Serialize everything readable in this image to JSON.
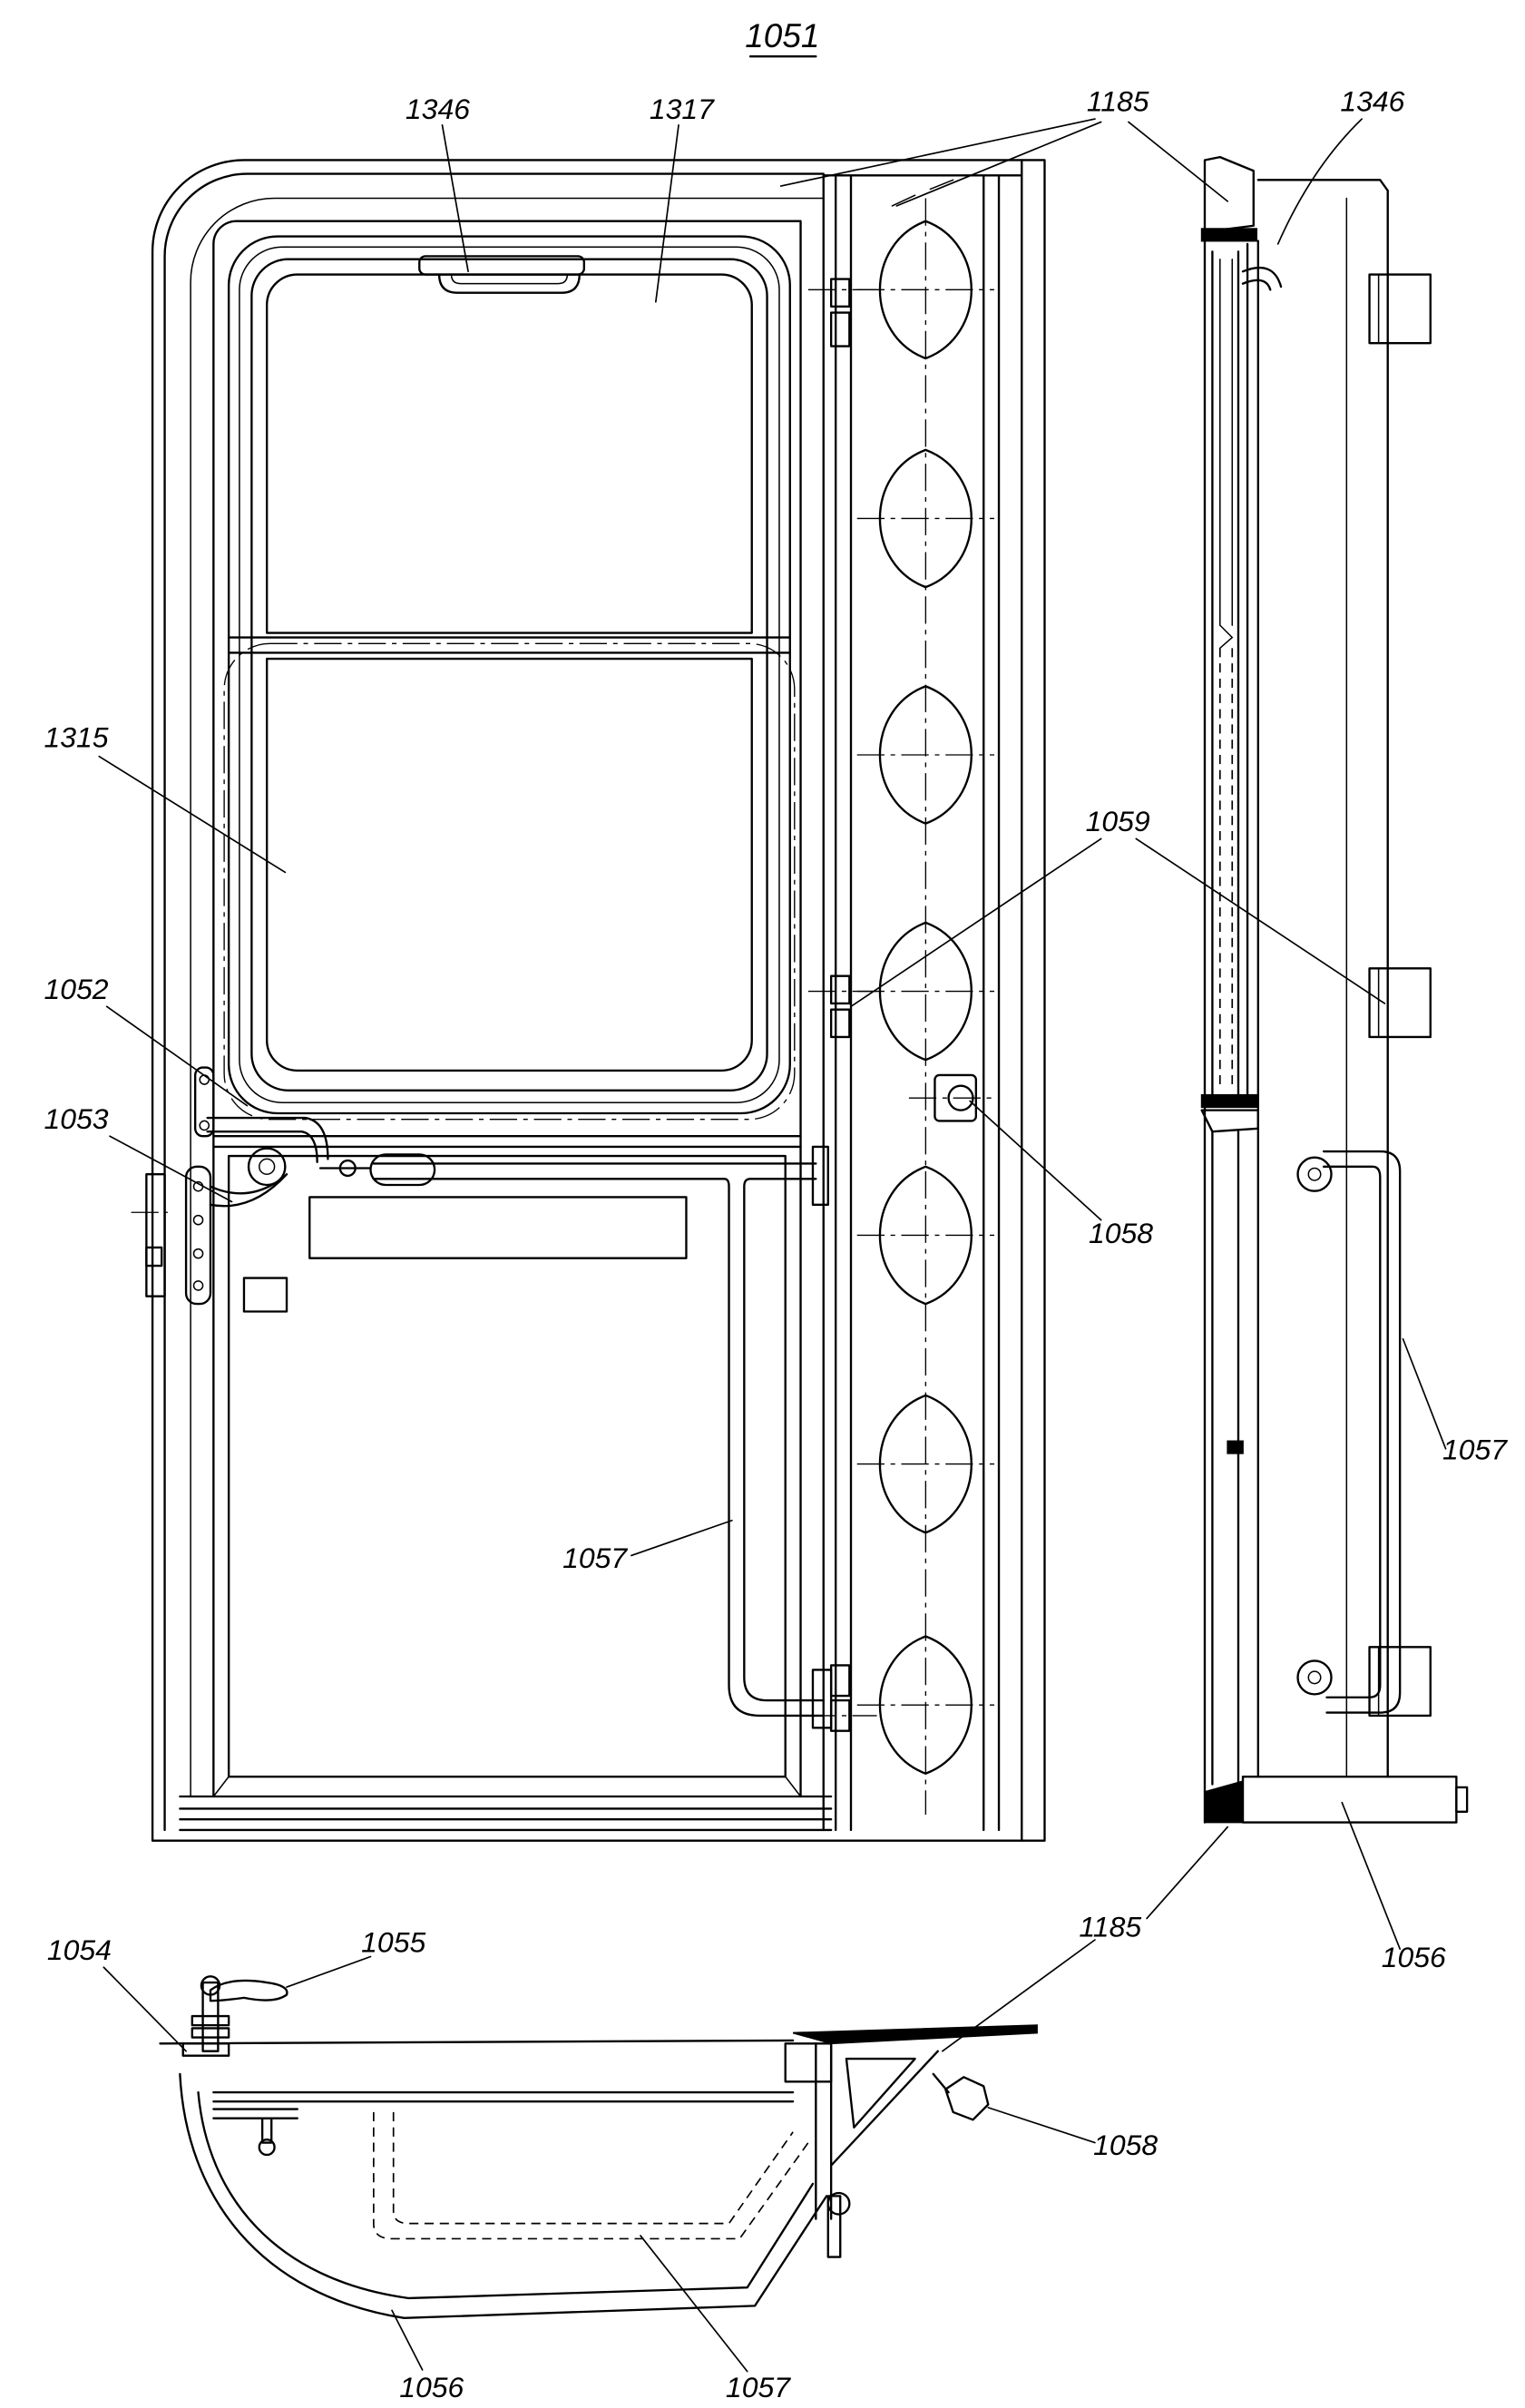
{
  "title": "1051",
  "labels": [
    "1346",
    "1317",
    "1185",
    "1346",
    "1315",
    "1059",
    "1052",
    "1053",
    "1058",
    "1057",
    "1057",
    "1185",
    "1056",
    "1054",
    "1055",
    "1058",
    "1056",
    "1057"
  ],
  "colors": {
    "ink": "#000000",
    "paper": "#ffffff"
  }
}
